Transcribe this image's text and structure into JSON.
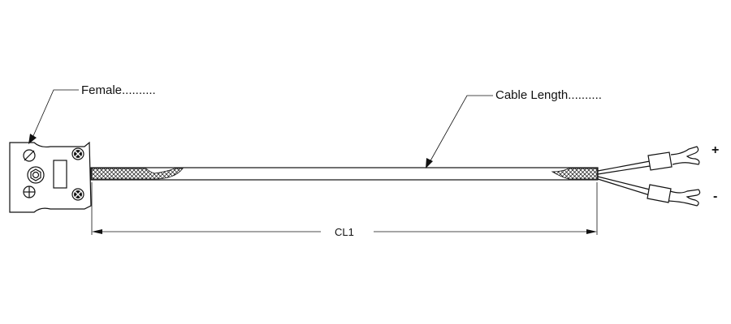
{
  "labels": {
    "connector_callout": "Female..........",
    "cable_callout": "Cable Length..........",
    "dimension": "CL1",
    "positive": "+",
    "negative": "-"
  },
  "colors": {
    "ink": "#111111",
    "background": "#ffffff"
  }
}
